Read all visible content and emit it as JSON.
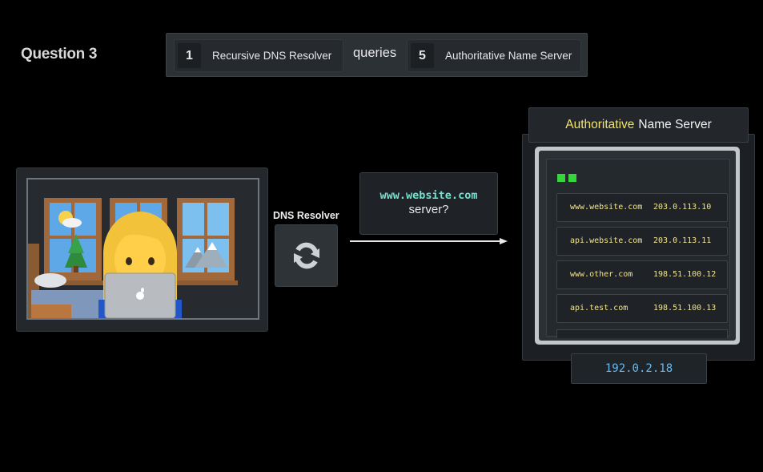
{
  "question": {
    "title": "Question 3"
  },
  "answer_bar": {
    "left": {
      "number": "1",
      "label": "Recursive DNS Resolver"
    },
    "connector": "queries",
    "right": {
      "number": "5",
      "label": "Authoritative Name Server"
    }
  },
  "resolver": {
    "label": "DNS Resolver",
    "icon": "refresh-cycle-icon"
  },
  "query": {
    "domain": "www.website.com",
    "rest": "server?"
  },
  "auth_server": {
    "title_highlight": "Authoritative",
    "title_rest": "Name Server",
    "records": [
      {
        "domain": "www.website.com",
        "ip": "203.0.113.10"
      },
      {
        "domain": "api.website.com",
        "ip": "203.0.113.11"
      },
      {
        "domain": "www.other.com",
        "ip": "198.51.100.12"
      },
      {
        "domain": "api.test.com",
        "ip": "198.51.100.13"
      }
    ],
    "ip": "192.0.2.18"
  },
  "colors": {
    "background": "#000000",
    "highlight_yellow": "#f1e368",
    "domain_teal": "#72e3cf",
    "ip_blue": "#68b8ef",
    "status_green": "#34d63c"
  }
}
